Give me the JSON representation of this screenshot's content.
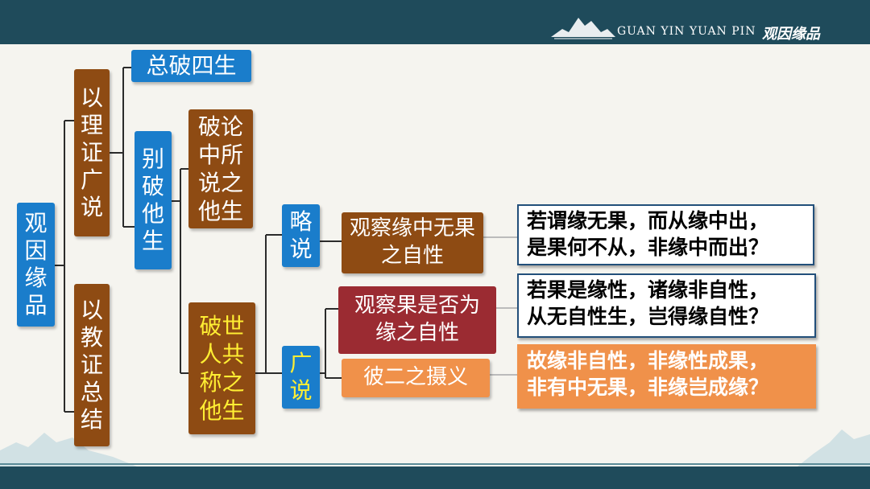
{
  "header": {
    "brand_en": "GUAN YIN YUAN PIN",
    "brand_cn": "观因缘品"
  },
  "diagram": {
    "root": "观因缘品",
    "l1_reason": "以理证广说",
    "l1_teaching": "以教证总结",
    "l2_total": "总破四生",
    "l2_separate": "别破他生",
    "l3_treatise": "破论中所说之他生",
    "l3_world": "破世人共称之他生",
    "l4_brief": "略说",
    "l4_broad": "广说",
    "l5_observe1": "观察缘中无果之自性",
    "l5_observe2": "观察果是否为缘之自性",
    "l5_meaning": "彼二之摄义",
    "verses": [
      {
        "line1": "若谓缘无果，而从缘中出，",
        "line2": "是果何不从，非缘中而出？"
      },
      {
        "line1": "若果是缘性，诸缘非自性，",
        "line2": "从无自性生，岂得缘自性？"
      },
      {
        "line1": "故缘非自性，非缘性成果，",
        "line2": "非有中无果，非缘岂成缘？"
      }
    ]
  },
  "colors": {
    "blue": "#1a7dcb",
    "brown": "#8e4b13",
    "red": "#9b2b32",
    "orange": "#f0914a",
    "bar": "#1f4b5b",
    "highlight_text": "#ffee33"
  }
}
